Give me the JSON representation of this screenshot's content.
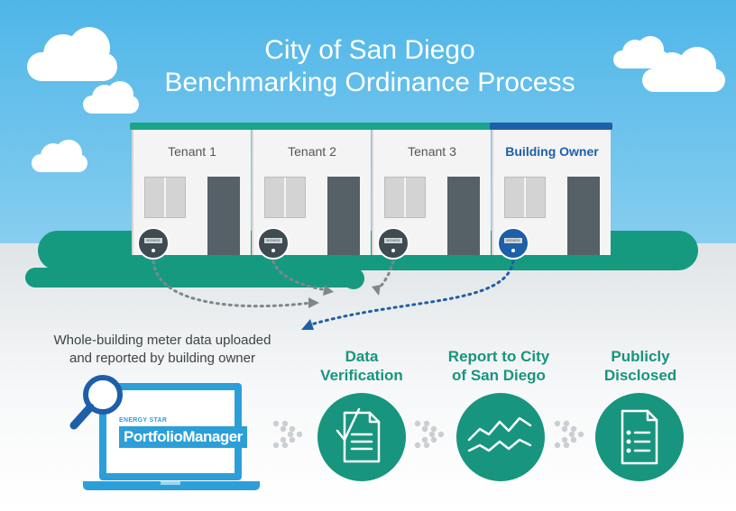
{
  "title": {
    "line1": "City of San Diego",
    "line2": "Benchmarking Ordinance Process"
  },
  "units": [
    {
      "label": "Tenant 1",
      "highlight": false
    },
    {
      "label": "Tenant 2",
      "highlight": false
    },
    {
      "label": "Tenant 3",
      "highlight": false
    },
    {
      "label": "Building Owner",
      "highlight": true
    }
  ],
  "meter_label": "9024631",
  "left_caption": {
    "line1": "Whole-building meter data uploaded",
    "line2": "and reported by building owner"
  },
  "laptop": {
    "brand_small": "ENERGY STAR",
    "brand_main": "PortfolioManager"
  },
  "steps": [
    {
      "line1": "Data",
      "line2": "Verification",
      "icon": "document-check-icon"
    },
    {
      "line1": "Report to City",
      "line2": "of San Diego",
      "icon": "line-chart-icon"
    },
    {
      "line1": "Publicly",
      "line2": "Disclosed",
      "icon": "checklist-document-icon"
    }
  ],
  "colors": {
    "sky": "#4fb6e8",
    "teal": "#17957e",
    "owner_blue": "#1d5fa8",
    "laptop_blue": "#2c9fd9",
    "dark_gray": "#3f4a51"
  }
}
